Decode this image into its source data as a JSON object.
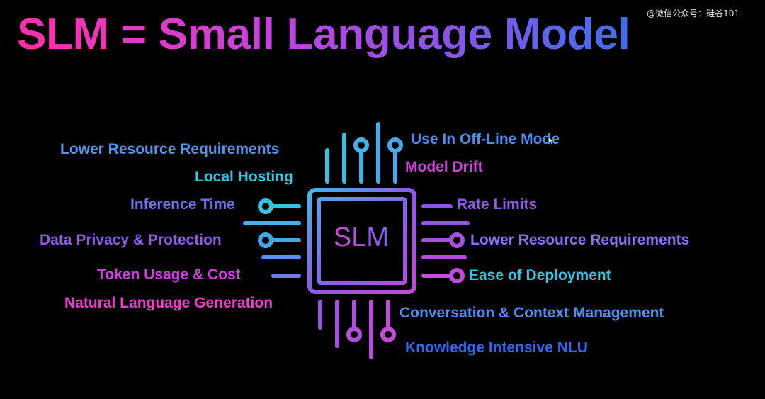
{
  "title": "SLM = Small Language Model",
  "watermark": "@微信公众号：硅谷101",
  "chip": {
    "label": "SLM"
  },
  "colors": {
    "background": "#000000",
    "pink": "#f23ad0",
    "magenta": "#d23fe0",
    "violet": "#9b57e6",
    "periwinkle": "#6f6fe8",
    "blue": "#4b8ff2",
    "cyan": "#2fc7e5",
    "deep_blue": "#2f66f0"
  },
  "left_labels": [
    "Lower Resource Requirements",
    "Local Hosting",
    "Inference Time",
    "Data Privacy & Protection",
    "Token Usage & Cost",
    "Natural Language Generation"
  ],
  "right_labels": [
    "Use In Off-Line Mode",
    "Model Drift",
    "Rate Limits",
    "Lower Resource Requirements",
    "Ease of Deployment",
    "Conversation & Context Management",
    "Knowledge Intensive NLU"
  ]
}
